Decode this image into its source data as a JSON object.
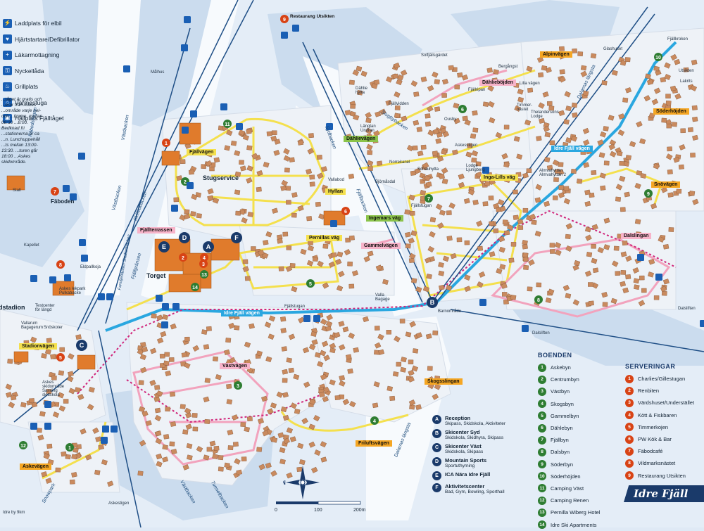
{
  "map": {
    "brand": "Idre Fjäll",
    "colors": {
      "snow": "#e4edf7",
      "forest": "#cbdcee",
      "road_yellow": "#f4e04d",
      "road_pink": "#f7b3c9",
      "lift_blue": "#1f6fb2",
      "house": "#c98a5e",
      "center": "#e07b2c"
    }
  },
  "legend_top": [
    {
      "icon": "ev-charging-icon",
      "label": "Laddplats för elbil"
    },
    {
      "icon": "defibrillator-icon",
      "label": "Hjärtstartare/Defibrillator"
    },
    {
      "icon": "medical-icon",
      "label": "Läkarmottagning"
    },
    {
      "icon": "key-box-icon",
      "label": "Nyckellåda"
    },
    {
      "icon": "grill-icon",
      "label": "Grillplats"
    },
    {
      "icon": "warming-hut-icon",
      "label": "Värmestuga"
    },
    {
      "icon": "bus-stop-icon",
      "label": "Hållplats Fjälltåget"
    }
  ],
  "note": "...tåget är gratis och ...erar från Askes ...område varje hel- och ...timme, mellan 08:30 ...8:00. Bedknad fri ...stationerna är ca ...n. Lunchuppehåll ...ts mellan 13:00-13:30. ...turen går 18:00 ...Askes skidområde.",
  "street_labels": [
    {
      "text": "Fjällvägen",
      "style": "y"
    },
    {
      "text": "Hyllan",
      "style": "y"
    },
    {
      "text": "Fjällterrassen",
      "style": "p"
    },
    {
      "text": "Pernillas väg",
      "style": "y"
    },
    {
      "text": "Gammelvägen",
      "style": "p"
    },
    {
      "text": "Ingemars väg",
      "style": "g"
    },
    {
      "text": "Idre Fjäll vägen",
      "style": "c"
    },
    {
      "text": "Stadionvägen",
      "style": "y"
    },
    {
      "text": "Västvägen",
      "style": "p"
    },
    {
      "text": "Skogsslingan",
      "style": "o"
    },
    {
      "text": "Friluftsvägen",
      "style": "o"
    },
    {
      "text": "Askevägen",
      "style": "o"
    },
    {
      "text": "Dählievägen",
      "style": "g"
    },
    {
      "text": "Dählieböjden",
      "style": "p"
    },
    {
      "text": "Alpinvägen",
      "style": "o"
    },
    {
      "text": "Söderhöjden",
      "style": "o"
    },
    {
      "text": "Idre Fjäll vägen",
      "style": "c"
    },
    {
      "text": "Inga-Lills väg",
      "style": "y"
    },
    {
      "text": "Snövägen",
      "style": "o"
    },
    {
      "text": "Dalslingan",
      "style": "p"
    }
  ],
  "area_labels": [
    "Stugservice",
    "Torget",
    "Fäboden",
    "Stall",
    "Kapellet",
    "Målhus",
    "Eldpallkoja",
    "Vallabod",
    "Fjällstugan",
    "Barnområde",
    "Valla Bagage",
    "Testcenter för längd",
    "Snöskoter",
    "Vallarum Bagagerum",
    "Askes lekpark Pulkabacke",
    "Askes skidområde Samling skidskola",
    "Dählie hytta",
    "Längtan Undran",
    "Ousby",
    "Lodge Ljungberg",
    "Thelandersons Lodge",
    "Almvahyttan Almvahyttan 2",
    "Glashuset",
    "Fjällkroken",
    "Utsikten",
    "Lakrits",
    "Bergångst",
    "Schauhytta",
    "Norrekanel",
    "Björnåsdal",
    "Fjällvidden",
    "Fjällripan",
    "Fjällstugan",
    "Timmer-nästet",
    "Askesstigen",
    "Lilla vägen",
    "Solfjällsgärdet",
    "dstadion",
    "Dalsliften",
    "Dalsliften"
  ],
  "road_labels": [
    "Västbacken",
    "Fäbodslingan",
    "Västbacken",
    "Skitivobacken",
    "Fjällgränsen",
    "Dalarnas längsta",
    "Dalarnas längsta",
    "Sydbacken",
    "Fjällbacken",
    "Tunnelbacken",
    "Västbacken",
    "Snowpark",
    "Askestigen",
    "Idre by 9km",
    "Stugbybacken",
    "Familjebacken Stadionbacken"
  ],
  "centers_legend": [
    {
      "letter": "A",
      "title": "Reception",
      "sub": "Skipass, Skidskola, Aktiviteter"
    },
    {
      "letter": "B",
      "title": "Skicenter Syd",
      "sub": "Skidskola, Skidhyra, Skipass"
    },
    {
      "letter": "C",
      "title": "Skicenter Väst",
      "sub": "Skidskola, Skipass"
    },
    {
      "letter": "D",
      "title": "Mountain Sports",
      "sub": "Sportuthyrning"
    },
    {
      "letter": "E",
      "title": "ICA Nära Idre Fjäll",
      "sub": ""
    },
    {
      "letter": "F",
      "title": "Aktivitetscenter",
      "sub": "Bad, Gym, Bowling, Sporthall"
    }
  ],
  "boenden_title": "BOENDEN",
  "boenden": [
    "Askebyn",
    "Centrumbyn",
    "Västbyn",
    "Skogsbyn",
    "Gammelbyn",
    "Dählebyn",
    "Fjällbyn",
    "Dalsbyn",
    "Söderbyn",
    "Söderhöjden",
    "Camping Väst",
    "Camping Renen",
    "Pernilla Wiberg Hotel",
    "Idre Ski Apartments"
  ],
  "serveringar_title": "SERVERINGAR",
  "serveringar": [
    "Charlies/Gillestugan",
    "Renbiten",
    "Värdshuset/Understället",
    "Kött & Fiskbaren",
    "Timmerkojen",
    "PW Kök & Bar",
    "Fäbodcafé",
    "Vildmarksnästet",
    "Restaurang Utsikten"
  ],
  "top_restaurant": {
    "num": "9",
    "label": "Restaurang Utsikten"
  },
  "scale": {
    "ticks": [
      "0",
      "100",
      "200m"
    ]
  },
  "compass": {
    "north": "N"
  }
}
